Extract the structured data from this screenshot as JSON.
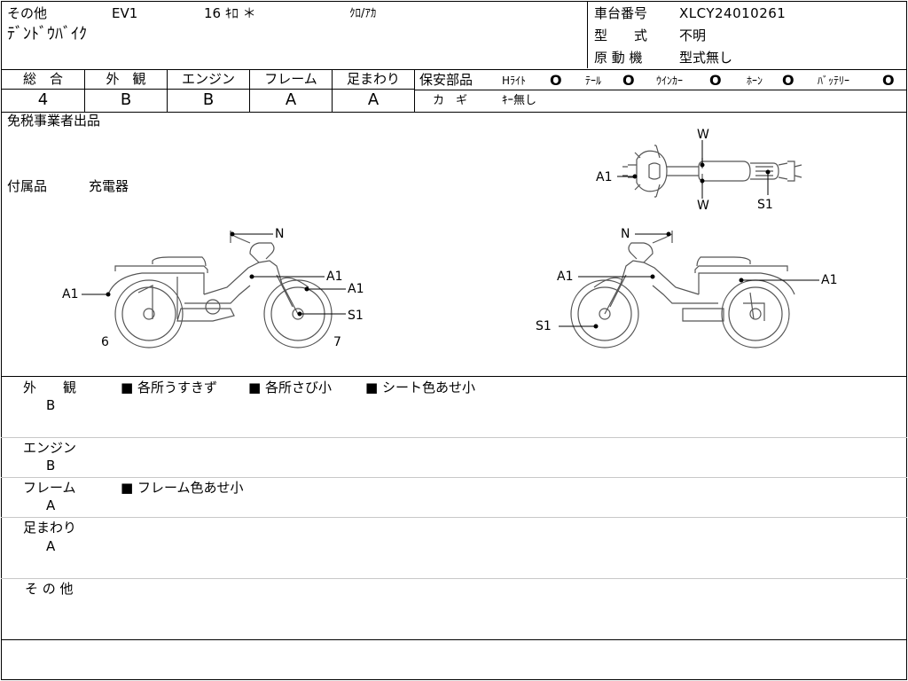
{
  "header": {
    "category": "その他",
    "model_code": "EV1",
    "mileage": "16 ｷﾛ ＊",
    "color": "ｸﾛ/ｱｶ",
    "name": "ﾃﾞﾝﾄﾞｳﾊﾞｲｸ",
    "frame_no_label": "車台番号",
    "frame_no": "XLCY24010261",
    "type_label": "型　　式",
    "type_value": "不明",
    "engine_type_label": "原 動 機",
    "engine_type_value": "型式無し"
  },
  "grades": {
    "overall": {
      "label": "総　合",
      "value": "4"
    },
    "exterior": {
      "label": "外　観",
      "value": "B"
    },
    "engine": {
      "label": "エンジン",
      "value": "B"
    },
    "frame": {
      "label": "フレーム",
      "value": "A"
    },
    "suspension": {
      "label": "足まわり",
      "value": "A"
    }
  },
  "safety": {
    "label": "保安部品",
    "items": [
      {
        "label": "Hﾗｲﾄ",
        "mark": "O"
      },
      {
        "label": "ﾃｰﾙ",
        "mark": "O"
      },
      {
        "label": "ｳｲﾝｶｰ",
        "mark": "O"
      },
      {
        "label": "ﾎｰﾝ",
        "mark": "O"
      },
      {
        "label": "ﾊﾞｯﾃﾘｰ",
        "mark": "O"
      }
    ],
    "key_label": "カ　ギ",
    "key_value": "ｷｰ無し"
  },
  "notes": {
    "tax_exempt": "免税事業者出品",
    "accessories_label": "付属品",
    "accessories_value": "充電器"
  },
  "diagram_labels": {
    "top": {
      "w_top": "W",
      "a1": "A1",
      "w_bottom": "W",
      "s1": "S1"
    },
    "left": {
      "n": "N",
      "a1_front": "A1",
      "a1_mid": "A1",
      "a1_wheel": "A1",
      "s1": "S1",
      "num6": "6",
      "num7": "7"
    },
    "right": {
      "n": "N",
      "a1_left": "A1",
      "a1_right": "A1",
      "s1": "S1"
    }
  },
  "remarks": [
    {
      "label": "外　　観",
      "grade": "B",
      "items": [
        "各所うすきず",
        "各所さび小",
        "シート色あせ小"
      ]
    },
    {
      "label": "エンジン",
      "grade": "B",
      "items": []
    },
    {
      "label": "フレーム",
      "grade": "A",
      "items": [
        "フレーム色あせ小"
      ]
    },
    {
      "label": "足まわり",
      "grade": "A",
      "items": []
    },
    {
      "label": "そ の 他",
      "grade": "",
      "items": []
    }
  ]
}
